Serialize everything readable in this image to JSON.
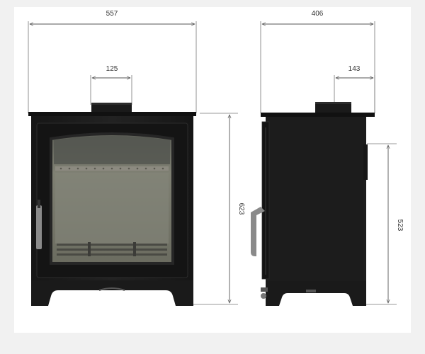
{
  "diagram": {
    "front_view": {
      "width_label": "557",
      "flue_label": "125",
      "height_label": "623"
    },
    "side_view": {
      "depth_label": "406",
      "flue_offset_label": "143",
      "rear_height_label": "523"
    }
  },
  "colors": {
    "background": "#f1f1f1",
    "panel": "#ffffff",
    "stove_body": "#1c1c1c",
    "glass": "#7a7b6a",
    "dimension_line": "#555555",
    "handle": "#888888"
  }
}
